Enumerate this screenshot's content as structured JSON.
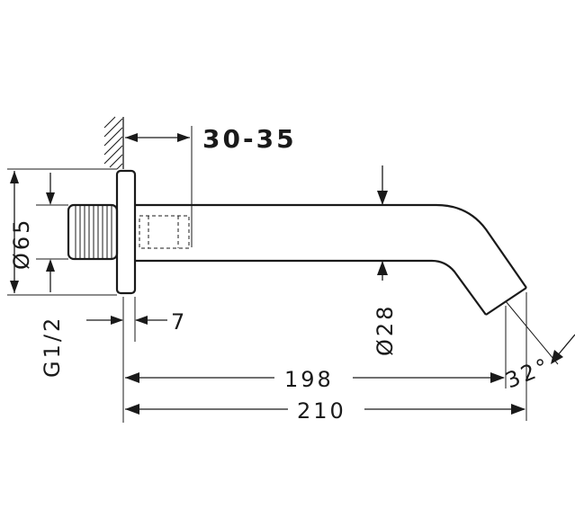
{
  "dimensions": {
    "wall_depth": "30-35",
    "flange_diameter": "Ø65",
    "thread": "G1/2",
    "flange_thickness": "7",
    "spout_diameter": "Ø28",
    "length_outlet": "198",
    "length_total": "210",
    "angle": "32°"
  }
}
